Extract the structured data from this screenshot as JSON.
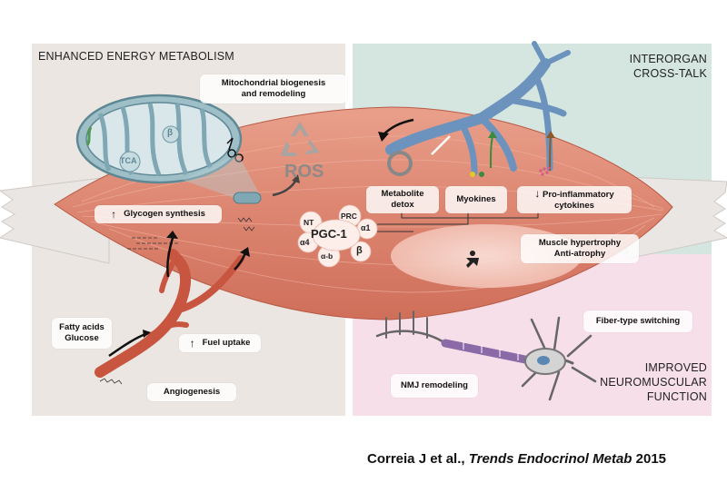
{
  "panels": {
    "left_title": "ENHANCED ENERGY METABOLISM",
    "top_right_title_1": "INTERORGAN",
    "top_right_title_2": "CROSS-TALK",
    "bottom_right_title_1": "IMPROVED",
    "bottom_right_title_2": "NEUROMUSCULAR",
    "bottom_right_title_3": "FUNCTION"
  },
  "labels": {
    "mito_1": "Mitochondrial biogenesis",
    "mito_2": "and remodeling",
    "glycogen": "Glycogen synthesis",
    "fatty_acids": "Fatty acids",
    "glucose": "Glucose",
    "fuel_uptake": "Fuel uptake",
    "angiogenesis": "Angiogenesis",
    "metabolite_1": "Metabolite",
    "metabolite_2": "detox",
    "myokines": "Myokines",
    "proinflam_1": "Pro-inflammatory",
    "proinflam_2": "cytokines",
    "hypertrophy_1": "Muscle hypertrophy",
    "hypertrophy_2": "Anti-atrophy",
    "fiber_type": "Fiber-type switching",
    "nmj": "NMJ remodeling",
    "ros": "ROS",
    "tca": "TCA",
    "beta_mito": "β"
  },
  "pgc": {
    "center": "PGC-1",
    "nt": "NT",
    "prc": "PRC",
    "a1": "α1",
    "a4": "α4",
    "ab": "α-b",
    "b": "β"
  },
  "citation": {
    "authors": "Correia J et al., ",
    "journal": "Trends Endocrinol Metab",
    "year": " 2015"
  },
  "colors": {
    "muscle": "#e0917c",
    "muscle_dark": "#c9654f",
    "mito": "#7fa8b4",
    "vessel_blue": "#5b87b3",
    "vessel_red": "#c8553f",
    "neuron": "#7a7a7a",
    "axon": "#8c6aa8"
  }
}
